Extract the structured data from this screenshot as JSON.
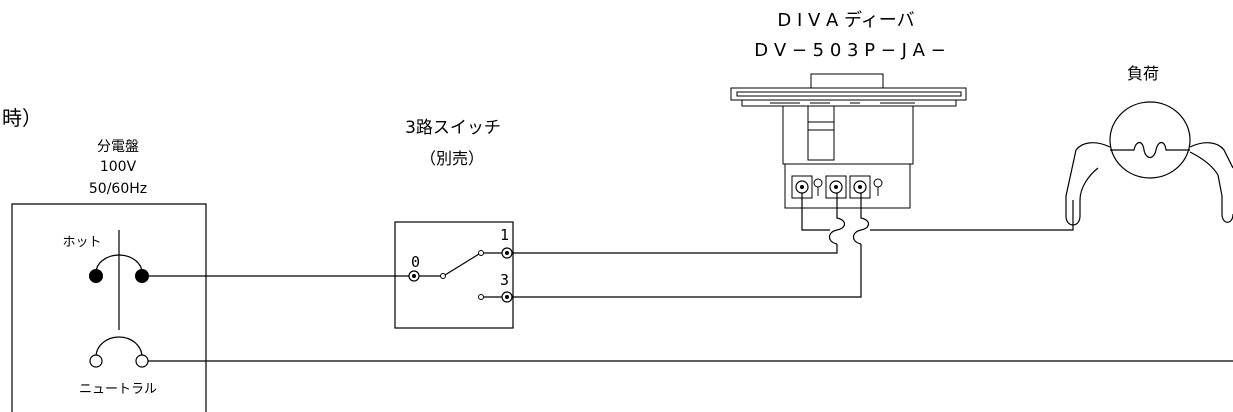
{
  "product": {
    "line1": "D I V A ディーバ",
    "line2": "D V − 5 0 3 P − J A −"
  },
  "load": {
    "label": "負荷"
  },
  "left_fragment": "時）",
  "panel": {
    "title": "分電盤",
    "voltage": "100V",
    "frequency": "50/60Hz",
    "hot_label": "ホット",
    "neutral_label": "ニュートラル"
  },
  "switch3": {
    "title": "3路スイッチ",
    "note": "（別売）",
    "t0": "0",
    "t1": "1",
    "t3": "3"
  }
}
